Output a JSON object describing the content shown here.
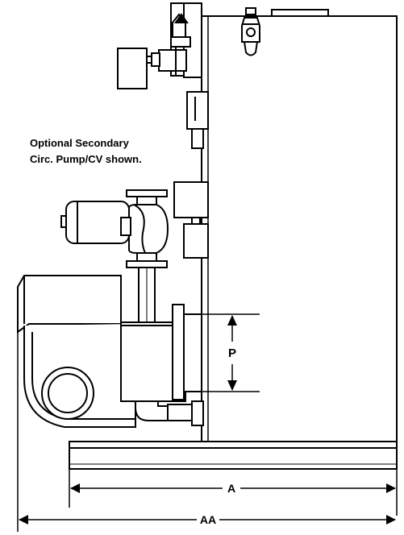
{
  "note": {
    "line1": "Optional Secondary",
    "line2": "Circ. Pump/CV shown."
  },
  "dimensions": {
    "p": "P",
    "a": "A",
    "aa": "AA"
  }
}
